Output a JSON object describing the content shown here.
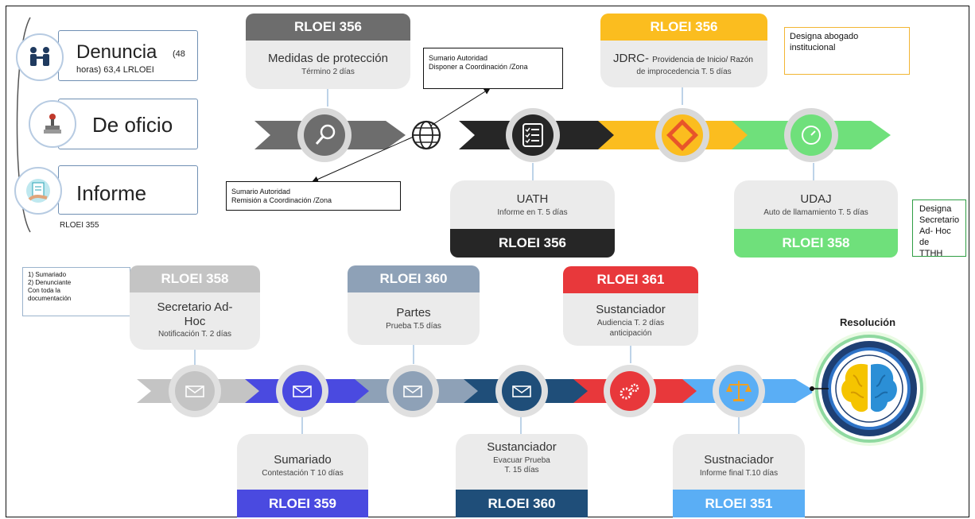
{
  "left": {
    "denuncia_title": "Denuncia",
    "denuncia_small": "(48",
    "denuncia_line2": "horas) 63,4 LRLOEI",
    "oficio": "De oficio",
    "informe": "Informe",
    "ref": "RLOEI 355"
  },
  "top": {
    "medidas": {
      "band": "RLOEI 356",
      "title": "Medidas de protección",
      "sub": "Término 2 días",
      "color": "#6d6d6d"
    },
    "jdrc": {
      "band": "RLOEI 356",
      "title": "JDRC-",
      "title_small": "Providencia de Inicio/ Razón",
      "sub": "de improcedencia T. 5 días",
      "color": "#fbbd1f"
    },
    "uath": {
      "band": "RLOEI 356",
      "title": "UATH",
      "sub": "Informe en T. 5 días",
      "color": "#262626"
    },
    "udaj": {
      "band": "RLOEI 358",
      "title": "UDAJ",
      "sub": "Auto de llamamiento T. 5 días",
      "color": "#6fe07b"
    }
  },
  "notes": {
    "disponer_l1": "Sumario Autoridad",
    "disponer_l2": "Disponer  a Coordinación /Zona",
    "remision_l1": "Sumario Autoridad",
    "remision_l2": "Remisión a Coordinación /Zona",
    "abogado_l1": "Designa abogado",
    "abogado_l2": "institucional",
    "secretario_l1": "Designa",
    "secretario_l2": "Secretario",
    "secretario_l3": "Ad- Hoc de",
    "secretario_l4": "TTHH",
    "sumariado_l1": "1) Sumariado",
    "sumariado_l2": "2) Denunciante",
    "sumariado_l3": "Con toda la",
    "sumariado_l4": "documentación"
  },
  "bottom": {
    "secretario": {
      "band": "RLOEI 358",
      "title_l1": "Secretario Ad-",
      "title_l2": "Hoc",
      "sub": "Notificación T. 2 días",
      "color": "#c4c4c4"
    },
    "partes": {
      "band": "RLOEI 360",
      "title": "Partes",
      "sub": "Prueba T.5 días",
      "color": "#8ea1b7"
    },
    "sustanciador_aud": {
      "band": "RLOEI 361",
      "title": "Sustanciador",
      "sub_l1": "Audiencia T. 2 días",
      "sub_l2": "anticipación",
      "color": "#e8383b"
    },
    "sumariado": {
      "band": "RLOEI 359",
      "title": "Sumariado",
      "sub": "Contestación T 10 días",
      "color": "#4a4ae0"
    },
    "sustanciador_prueba": {
      "band": "RLOEI 360",
      "title": "Sustanciador",
      "sub_l1": "Evacuar Prueba",
      "sub_l2": "T. 15 días",
      "color": "#1f4e79"
    },
    "sustnaciador": {
      "band": "RLOEI 351",
      "title": "Sustnaciador",
      "sub": "Informe final T.10  días",
      "color": "#5aaef5"
    },
    "resolucion": "Resolución"
  },
  "colors": {
    "arrow_gray": "#6d6d6d",
    "arrow_dark": "#262626",
    "arrow_yellow": "#fbbd1f",
    "arrow_green": "#6fe07b",
    "arrow_lightgray": "#c4c4c4",
    "arrow_blue": "#4a4ae0",
    "arrow_slate": "#8ea1b7",
    "arrow_navy": "#1f4e79",
    "arrow_red": "#e8383b",
    "arrow_sky": "#5aaef5",
    "brain_left": "#f5c400",
    "brain_right": "#2b8fd6"
  },
  "icons": [
    "user-handshake-icon",
    "stamp-icon",
    "document-hand-icon",
    "magnifier-icon",
    "globe-icon",
    "checklist-icon",
    "diamond-warning-icon",
    "clock-icon",
    "envelope-icon",
    "gears-icon",
    "scales-icon",
    "brain-icon"
  ]
}
